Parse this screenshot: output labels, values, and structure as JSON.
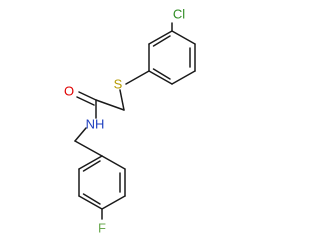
{
  "molecule": {
    "atoms": {
      "chlorine": {
        "label": "Cl",
        "color": "#2e8b22"
      },
      "sulfur": {
        "label": "S",
        "color": "#b59a00"
      },
      "oxygen": {
        "label": "O",
        "color": "#e00000"
      },
      "nitrogen": {
        "label": "NH",
        "color": "#1f3fbf"
      },
      "fluorine": {
        "label": "F",
        "color": "#6aa84f"
      }
    },
    "bond_color": "#1a1a1a"
  }
}
